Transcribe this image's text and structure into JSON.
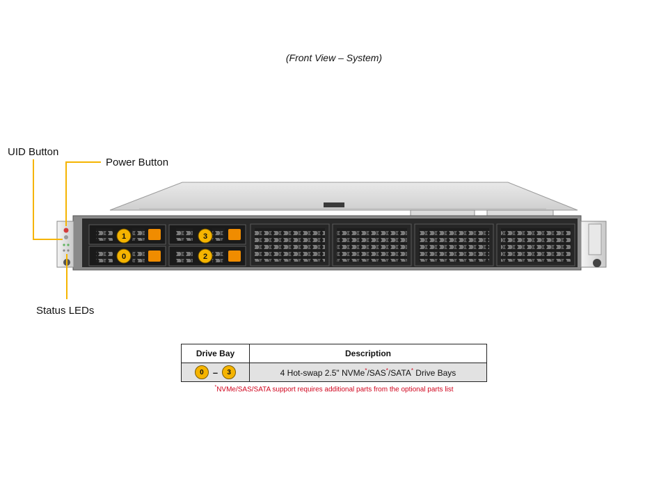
{
  "caption": "(Front View – System)",
  "callouts": {
    "uid_button": "UID Button",
    "power_button": "Power Button",
    "status_leds": "Status LEDs"
  },
  "drive_bays": [
    {
      "label": "1"
    },
    {
      "label": "3"
    },
    {
      "label": "0"
    },
    {
      "label": "2"
    }
  ],
  "colors": {
    "callout_line": "#f5b400",
    "badge": "#f5b400",
    "drive_latch": "#f08c00",
    "footnote": "#d0021b"
  },
  "table": {
    "headers": [
      "Drive Bay",
      "Description"
    ],
    "row": {
      "bay_start": "0",
      "bay_end": "3",
      "dash": "–",
      "description_prefix": "4 Hot-swap 2.5\" NVMe",
      "sup_1": "*",
      "description_mid_1": "/SAS",
      "sup_2": "*",
      "description_mid_2": "/SATA",
      "sup_3": "*",
      "description_suffix": " Drive Bays"
    }
  },
  "footnote": {
    "marker": "*",
    "text": "NVMe/SAS/SATA support requires additional parts from the optional parts list"
  }
}
